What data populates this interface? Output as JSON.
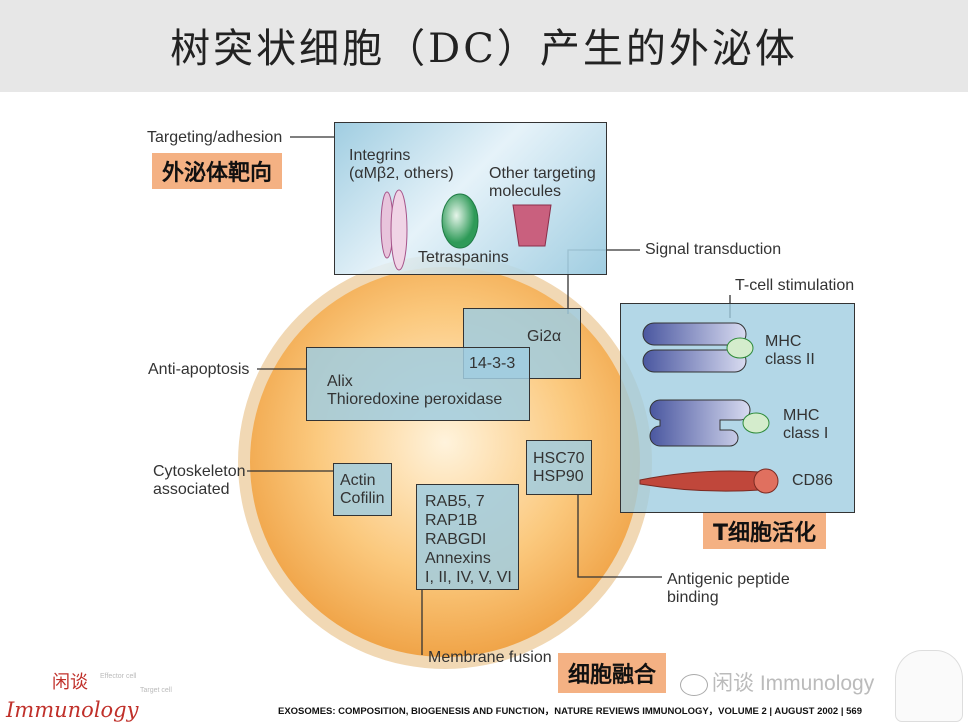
{
  "title": "树突状细胞（DC）产生的外泌体",
  "labels": {
    "targeting": "Targeting/adhesion",
    "integrins": "Integrins",
    "integrins_sub": "(αMβ2, others)",
    "other_targeting": "Other targeting",
    "other_targeting2": "molecules",
    "tetraspanins": "Tetraspanins",
    "signal": "Signal transduction",
    "tcell": "T-cell stimulation",
    "gi2a": "Gi2α",
    "p1433": "14-3-3",
    "anti_apoptosis": "Anti-apoptosis",
    "alix": "Alix",
    "thioredoxine": "Thioredoxine peroxidase",
    "mhc2a": "MHC",
    "mhc2b": "class II",
    "mhc1a": "MHC",
    "mhc1b": "class I",
    "cd86": "CD86",
    "cytoskeleton": "Cytoskeleton",
    "associated": "associated",
    "actin": "Actin",
    "cofilin": "Cofilin",
    "hsc70": "HSC70",
    "hsp90": "HSP90",
    "rab": [
      "RAB5, 7",
      "RAP1B",
      "RABGDI",
      "Annexins",
      "I, II, IV, V, VI"
    ],
    "antigenic": "Antigenic peptide",
    "binding": "binding",
    "membrane_fusion": "Membrane fusion"
  },
  "cn_labels": {
    "targeting": "外泌体靶向",
    "tcell": "T细胞活化",
    "fusion": "细胞融合"
  },
  "footer": "EXOSOMES: COMPOSITION, BIOGENESIS AND FUNCTION，NATURE REVIEWS IMMUNOLOGY，VOLUME 2 | AUGUST 2002 | 569",
  "watermark": {
    "left_cn": "闲谈",
    "left_en": "Immunology",
    "left_small1": "Effector cell",
    "left_small2": "Target cell",
    "right": "闲谈 Immunology"
  }
}
